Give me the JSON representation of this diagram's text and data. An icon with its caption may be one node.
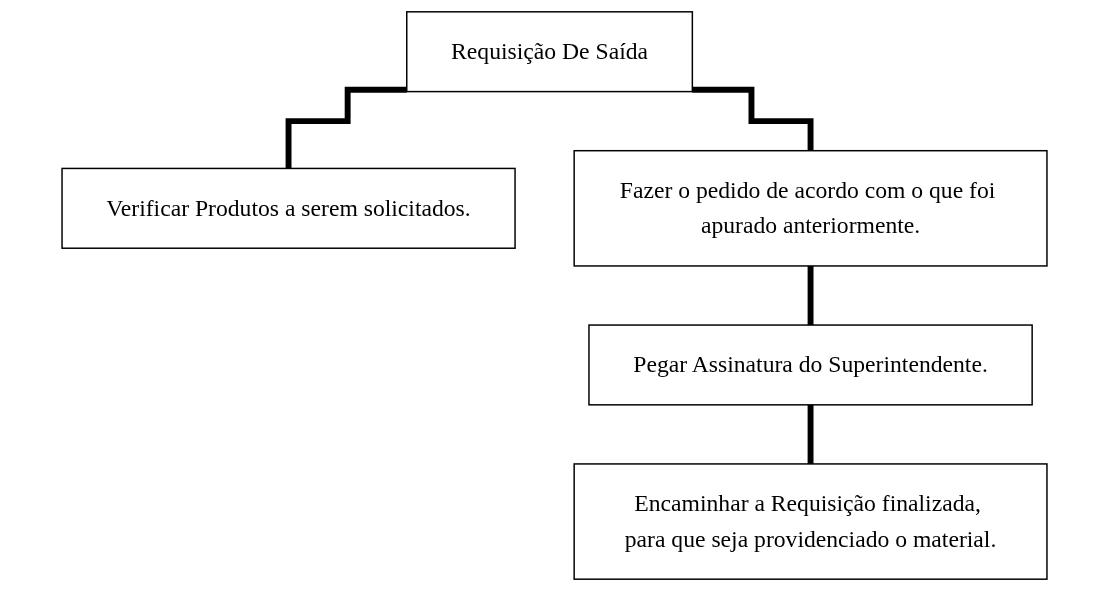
{
  "diagram": {
    "nodes": [
      {
        "text": [
          "Requisição De Saída"
        ]
      },
      {
        "text": [
          "Verificar Produtos a serem solicitados."
        ]
      },
      {
        "text": [
          "Fazer o pedido de acordo com o que foi apurado anteriormente."
        ]
      },
      {
        "text": [
          "Pegar Assinatura do Superintendente."
        ]
      },
      {
        "text": [
          "Encaminhar a Requisição finalizada, para que seja providenciado o material."
        ]
      }
    ],
    "edges": [
      {
        "from": 0,
        "to": 1,
        "arrow": "none"
      },
      {
        "from": 0,
        "to": 2,
        "arrow": "none"
      },
      {
        "from": 2,
        "to": 3,
        "arrow": "none"
      },
      {
        "from": 3,
        "to": 4,
        "arrow": "none"
      }
    ]
  }
}
